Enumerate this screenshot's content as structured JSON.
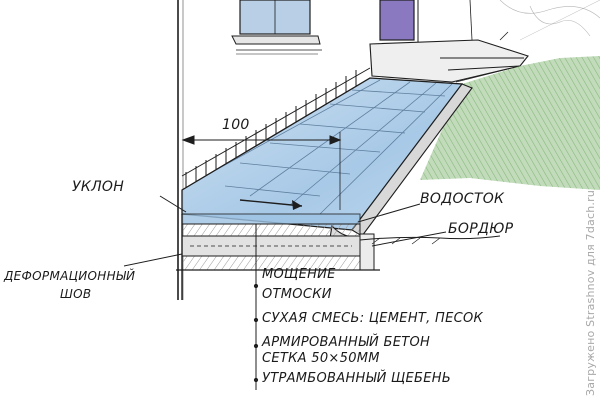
{
  "labels": {
    "dimension": "100",
    "slope": "УКЛОН",
    "downpipe": "ВОДОСТОК",
    "curb": "БОРДЮР",
    "expansion_joint_line1": "ДЕФОРМАЦИОННЫЙ",
    "expansion_joint_line2": "ШОВ",
    "paving_line1": "МОЩЕНИЕ",
    "paving_line2": "ОТМОСКИ",
    "dry_mix": "СУХАЯ СМЕСЬ: ЦЕМЕНТ, ПЕСОК",
    "concrete_line1": "АРМИРОВАННЫЙ БЕТОН",
    "concrete_line2": "СЕТКА 50×50ММ",
    "gravel": "УТРАМБОВАННЫЙ ЩЕБЕНЬ"
  },
  "watermark": "Загружено Strashnov для 7dach.ru",
  "colors": {
    "ink": "#1e1e1e",
    "paving": "#9ec3e4",
    "paving_light": "#c8ddef",
    "grass": "#8fbf83",
    "window": "#b8cfe6",
    "door": "#8a78c0",
    "base": "#e2e2e2",
    "watermark": "#a8a8a8"
  }
}
